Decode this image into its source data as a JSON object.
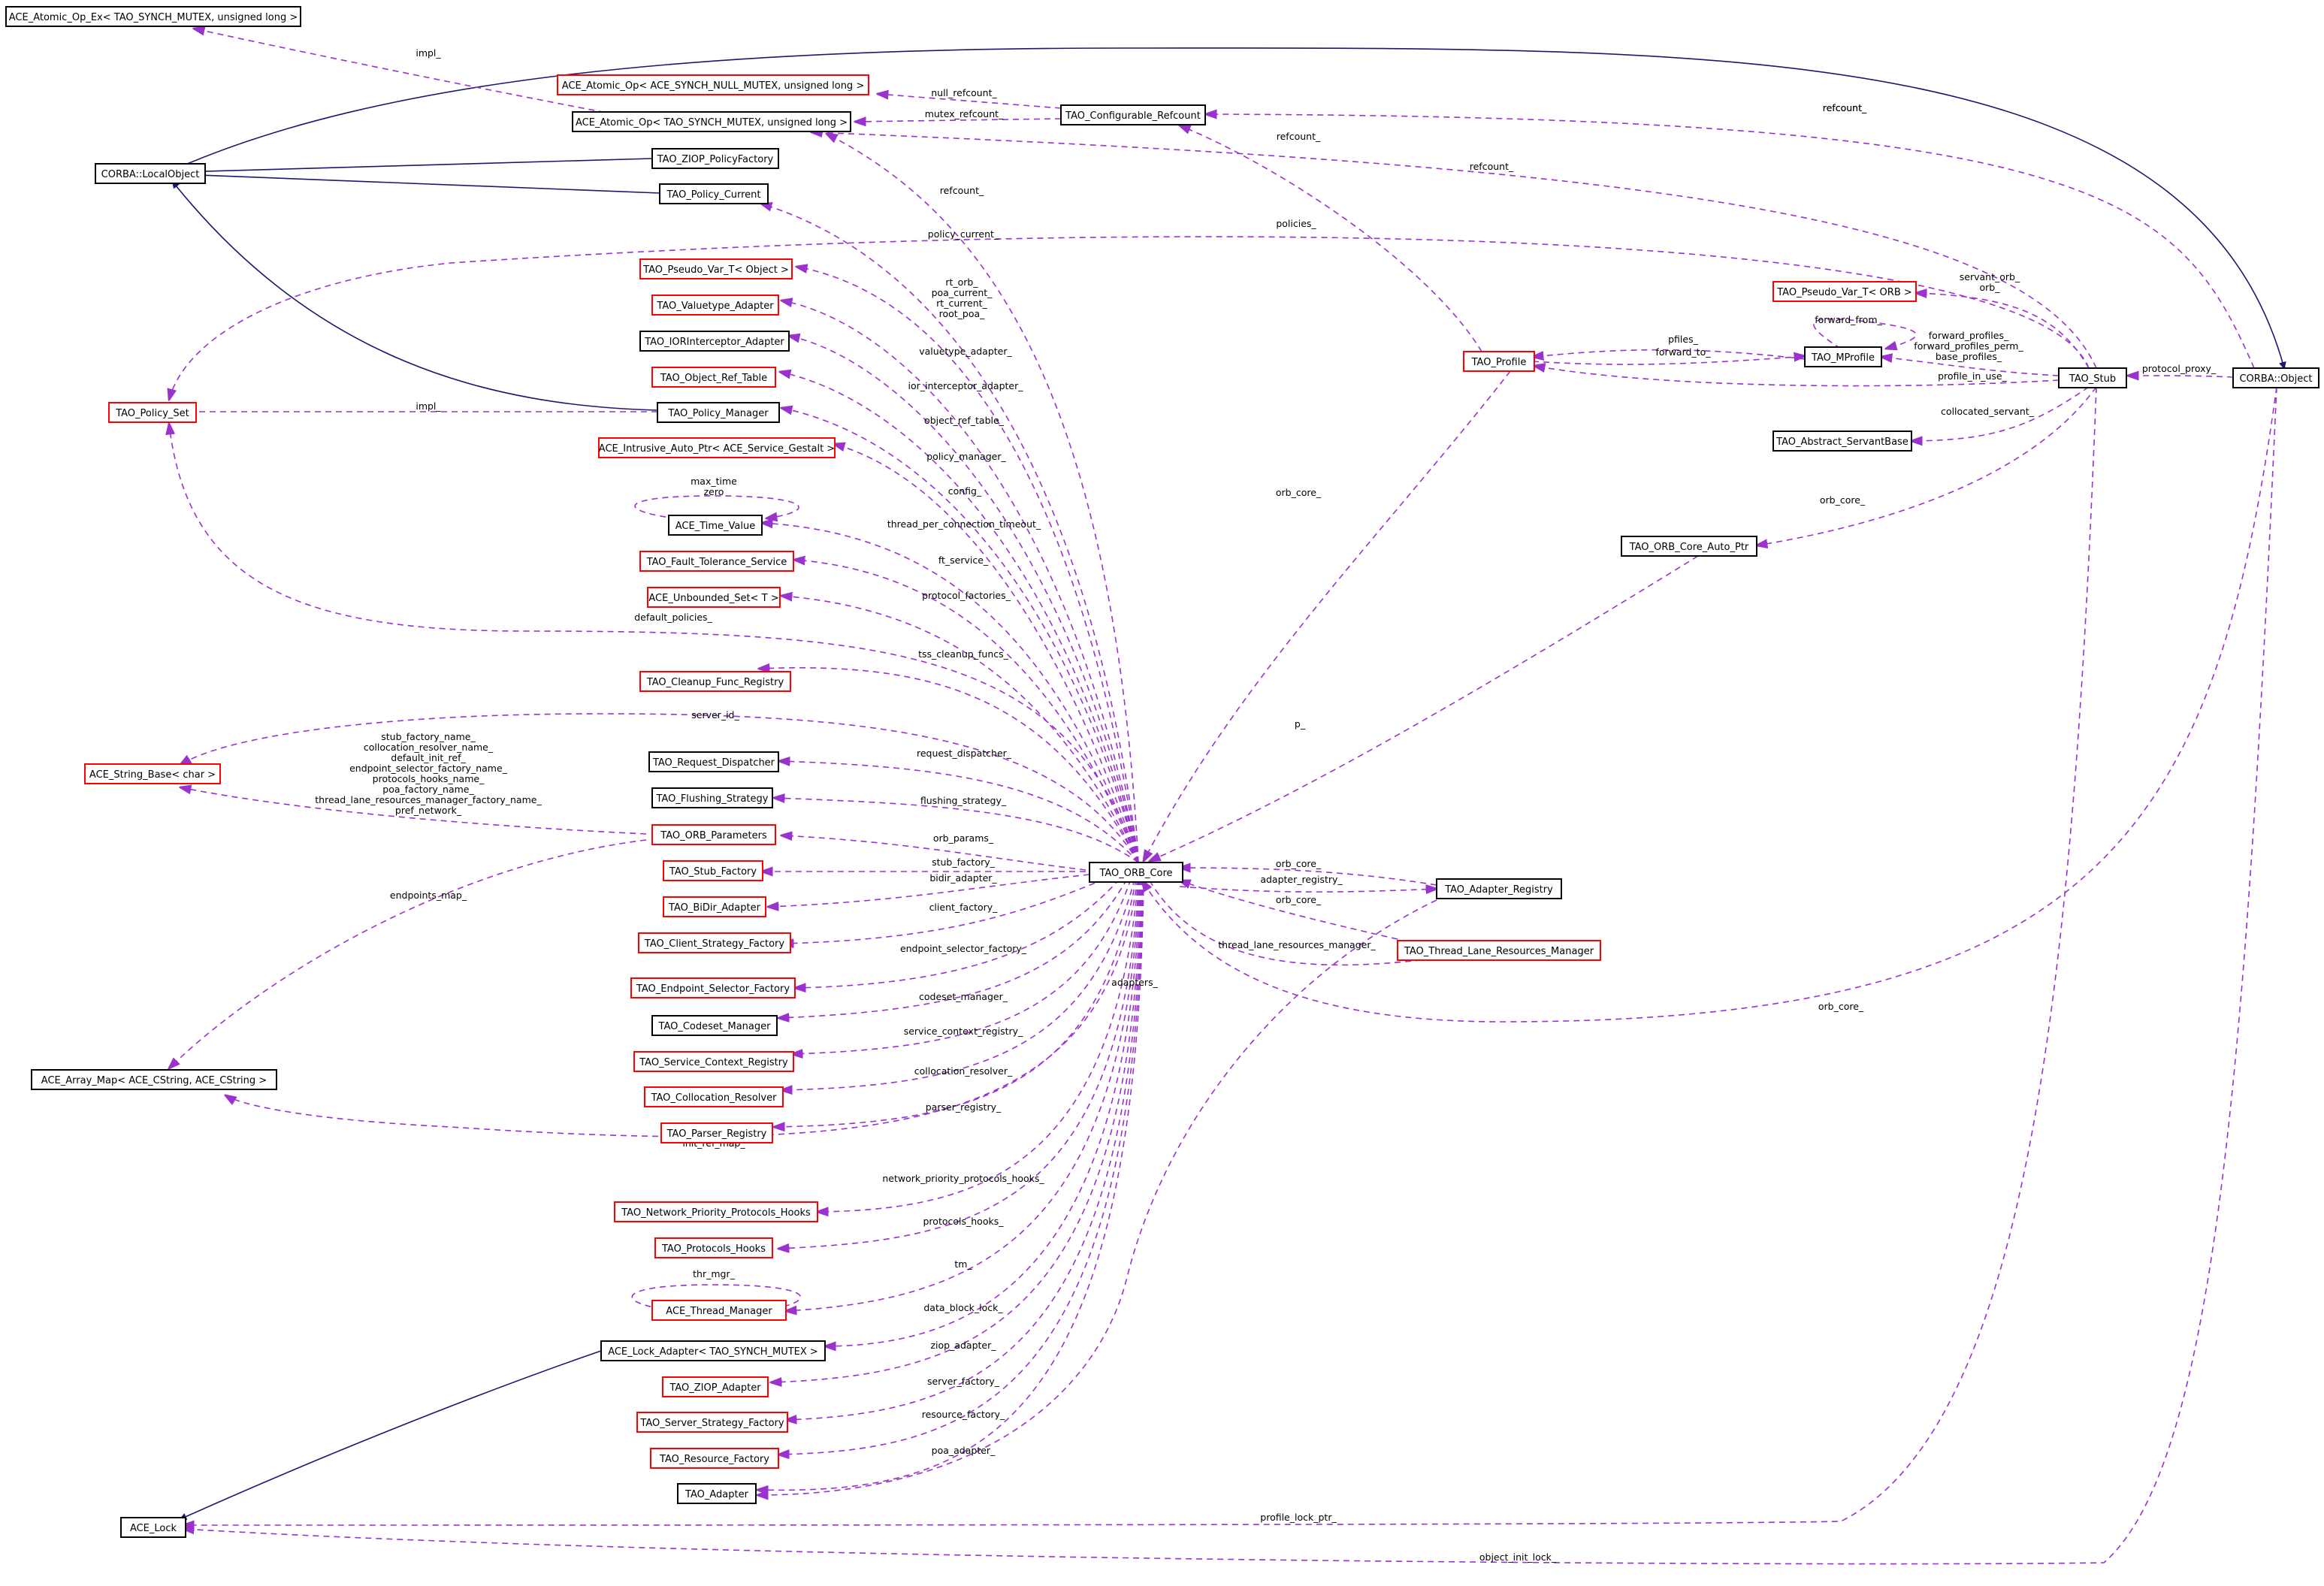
{
  "colors": {
    "node_border_complete": "#000000",
    "node_border_incomplete": "#ff0000",
    "node_fill_focus": "#bfbfbf",
    "edge_inheritance": "#191970",
    "edge_usage": "#9a32cd"
  },
  "nodes": [
    {
      "id": "atomic_op_ex",
      "label": "ACE_Atomic_Op_Ex< TAO_SYNCH_MUTEX, unsigned long >",
      "border": "complete"
    },
    {
      "id": "atomic_op_null",
      "label": "ACE_Atomic_Op< ACE_SYNCH_NULL_MUTEX, unsigned long >",
      "border": "incomplete"
    },
    {
      "id": "atomic_op_synch",
      "label": "ACE_Atomic_Op< TAO_SYNCH_MUTEX, unsigned long >",
      "border": "complete"
    },
    {
      "id": "configurable_refcount",
      "label": "TAO_Configurable_Refcount",
      "border": "complete"
    },
    {
      "id": "ziop_policy_factory",
      "label": "TAO_ZIOP_PolicyFactory",
      "border": "focus"
    },
    {
      "id": "local_object",
      "label": "CORBA::LocalObject",
      "border": "complete"
    },
    {
      "id": "policy_current",
      "label": "TAO_Policy_Current",
      "border": "complete"
    },
    {
      "id": "pseudo_var_object",
      "label": "TAO_Pseudo_Var_T< Object >",
      "border": "incomplete"
    },
    {
      "id": "valuetype_adapter",
      "label": "TAO_Valuetype_Adapter",
      "border": "incomplete"
    },
    {
      "id": "iorinterceptor_adapter",
      "label": "TAO_IORInterceptor_Adapter",
      "border": "complete"
    },
    {
      "id": "object_ref_table",
      "label": "TAO_Object_Ref_Table",
      "border": "incomplete"
    },
    {
      "id": "policy_set",
      "label": "TAO_Policy_Set",
      "border": "incomplete"
    },
    {
      "id": "policy_manager",
      "label": "TAO_Policy_Manager",
      "border": "complete"
    },
    {
      "id": "intrusive_auto_ptr",
      "label": "ACE_Intrusive_Auto_Ptr< ACE_Service_Gestalt >",
      "border": "incomplete"
    },
    {
      "id": "time_value",
      "label": "ACE_Time_Value",
      "border": "complete"
    },
    {
      "id": "fault_tolerance",
      "label": "TAO_Fault_Tolerance_Service",
      "border": "incomplete"
    },
    {
      "id": "unbounded_set",
      "label": "ACE_Unbounded_Set< T >",
      "border": "incomplete"
    },
    {
      "id": "cleanup_func_registry",
      "label": "TAO_Cleanup_Func_Registry",
      "border": "incomplete"
    },
    {
      "id": "string_base",
      "label": "ACE_String_Base< char >",
      "border": "incomplete"
    },
    {
      "id": "request_dispatcher",
      "label": "TAO_Request_Dispatcher",
      "border": "complete"
    },
    {
      "id": "flushing_strategy",
      "label": "TAO_Flushing_Strategy",
      "border": "complete"
    },
    {
      "id": "orb_parameters",
      "label": "TAO_ORB_Parameters",
      "border": "incomplete"
    },
    {
      "id": "stub_factory",
      "label": "TAO_Stub_Factory",
      "border": "incomplete"
    },
    {
      "id": "bidir_adapter",
      "label": "TAO_BiDir_Adapter",
      "border": "incomplete"
    },
    {
      "id": "client_strategy_factory",
      "label": "TAO_Client_Strategy_Factory",
      "border": "incomplete"
    },
    {
      "id": "endpoint_selector_factory",
      "label": "TAO_Endpoint_Selector_Factory",
      "border": "incomplete"
    },
    {
      "id": "codeset_manager",
      "label": "TAO_Codeset_Manager",
      "border": "complete"
    },
    {
      "id": "service_context_registry",
      "label": "TAO_Service_Context_Registry",
      "border": "incomplete"
    },
    {
      "id": "collocation_resolver",
      "label": "TAO_Collocation_Resolver",
      "border": "incomplete"
    },
    {
      "id": "array_map",
      "label": "ACE_Array_Map< ACE_CString, ACE_CString >",
      "border": "complete"
    },
    {
      "id": "parser_registry",
      "label": "TAO_Parser_Registry",
      "border": "incomplete"
    },
    {
      "id": "network_priority_hooks",
      "label": "TAO_Network_Priority_Protocols_Hooks",
      "border": "incomplete"
    },
    {
      "id": "protocols_hooks",
      "label": "TAO_Protocols_Hooks",
      "border": "incomplete"
    },
    {
      "id": "thread_manager",
      "label": "ACE_Thread_Manager",
      "border": "incomplete"
    },
    {
      "id": "lock_adapter",
      "label": "ACE_Lock_Adapter< TAO_SYNCH_MUTEX >",
      "border": "complete"
    },
    {
      "id": "ziop_adapter",
      "label": "TAO_ZIOP_Adapter",
      "border": "incomplete"
    },
    {
      "id": "server_strategy_factory",
      "label": "TAO_Server_Strategy_Factory",
      "border": "incomplete"
    },
    {
      "id": "resource_factory",
      "label": "TAO_Resource_Factory",
      "border": "incomplete"
    },
    {
      "id": "tao_adapter",
      "label": "TAO_Adapter",
      "border": "complete"
    },
    {
      "id": "ace_lock",
      "label": "ACE_Lock",
      "border": "complete"
    },
    {
      "id": "orb_core",
      "label": "TAO_ORB_Core",
      "border": "complete"
    },
    {
      "id": "adapter_registry",
      "label": "TAO_Adapter_Registry",
      "border": "complete"
    },
    {
      "id": "thread_lane_resources_manager",
      "label": "TAO_Thread_Lane_Resources_Manager",
      "border": "incomplete"
    },
    {
      "id": "tao_profile",
      "label": "TAO_Profile",
      "border": "incomplete"
    },
    {
      "id": "pseudo_var_orb",
      "label": "TAO_Pseudo_Var_T< ORB >",
      "border": "incomplete"
    },
    {
      "id": "mprofile",
      "label": "TAO_MProfile",
      "border": "complete"
    },
    {
      "id": "tao_stub",
      "label": "TAO_Stub",
      "border": "complete"
    },
    {
      "id": "corba_object",
      "label": "CORBA::Object",
      "border": "complete"
    },
    {
      "id": "abstract_servantbase",
      "label": "TAO_Abstract_ServantBase",
      "border": "complete"
    },
    {
      "id": "orb_core_auto_ptr",
      "label": "TAO_ORB_Core_Auto_Ptr",
      "border": "complete"
    }
  ],
  "edges": [
    {
      "id": "e_lo_zpf",
      "kind": "inheritance"
    },
    {
      "id": "e_lo_pc",
      "kind": "inheritance"
    },
    {
      "id": "e_lo_pm",
      "kind": "inheritance"
    },
    {
      "id": "e_lo_obj",
      "kind": "inheritance"
    },
    {
      "id": "e_lock_la",
      "kind": "inheritance"
    },
    {
      "id": "e_impl_atomic",
      "kind": "usage",
      "label": "impl_"
    },
    {
      "id": "e_null_refcount",
      "kind": "usage",
      "label": "null_refcount_"
    },
    {
      "id": "e_mutex_refcount",
      "kind": "usage",
      "label": "mutex_refcount_"
    },
    {
      "id": "e_refcount_cfg",
      "kind": "usage",
      "label": "refcount_"
    },
    {
      "id": "e_refcount_profile",
      "kind": "usage",
      "label": "refcount_"
    },
    {
      "id": "e_refcount_stub",
      "kind": "usage",
      "label": "refcount_"
    },
    {
      "id": "e_refcount_orb",
      "kind": "usage",
      "label": "refcount_"
    },
    {
      "id": "e_policy_current",
      "kind": "usage",
      "label": "policy_current_"
    },
    {
      "id": "e_policies",
      "kind": "usage",
      "label": "policies_"
    },
    {
      "id": "e_rt_orb",
      "kind": "usage",
      "label": "rt_orb_\npoa_current_\nrt_current_\nroot_poa_"
    },
    {
      "id": "e_valuetype",
      "kind": "usage",
      "label": "valuetype_adapter_"
    },
    {
      "id": "e_ior",
      "kind": "usage",
      "label": "ior_interceptor_adapter_"
    },
    {
      "id": "e_ort",
      "kind": "usage",
      "label": "object_ref_table_"
    },
    {
      "id": "e_impl_pm",
      "kind": "usage",
      "label": "impl_"
    },
    {
      "id": "e_pm",
      "kind": "usage",
      "label": "policy_manager_"
    },
    {
      "id": "e_config",
      "kind": "usage",
      "label": "config_"
    },
    {
      "id": "e_timeself",
      "kind": "usage",
      "label": "max_time\nzero"
    },
    {
      "id": "e_tpct",
      "kind": "usage",
      "label": "thread_per_connection_timeout_"
    },
    {
      "id": "e_ft",
      "kind": "usage",
      "label": "ft_service_"
    },
    {
      "id": "e_pf",
      "kind": "usage",
      "label": "protocol_factories_"
    },
    {
      "id": "e_dp",
      "kind": "usage",
      "label": "default_policies_"
    },
    {
      "id": "e_tss",
      "kind": "usage",
      "label": "tss_cleanup_funcs_"
    },
    {
      "id": "e_serverid",
      "kind": "usage",
      "label": "server_id_"
    },
    {
      "id": "e_names",
      "kind": "usage",
      "label": "stub_factory_name_\ncollocation_resolver_name_\ndefault_init_ref_\nendpoint_selector_factory_name_\nprotocols_hooks_name_\npoa_factory_name_\nthread_lane_resources_manager_factory_name_\npref_network_"
    },
    {
      "id": "e_rd",
      "kind": "usage",
      "label": "request_dispatcher_"
    },
    {
      "id": "e_fs",
      "kind": "usage",
      "label": "flushing_strategy_"
    },
    {
      "id": "e_endpoints_map",
      "kind": "usage",
      "label": "endpoints_map_"
    },
    {
      "id": "e_params",
      "kind": "usage",
      "label": "orb_params_"
    },
    {
      "id": "e_sf",
      "kind": "usage",
      "label": "stub_factory_"
    },
    {
      "id": "e_bidir",
      "kind": "usage",
      "label": "bidir_adapter_"
    },
    {
      "id": "e_cf",
      "kind": "usage",
      "label": "client_factory_"
    },
    {
      "id": "e_esf",
      "kind": "usage",
      "label": "endpoint_selector_factory_"
    },
    {
      "id": "e_cm",
      "kind": "usage",
      "label": "codeset_manager_"
    },
    {
      "id": "e_scr",
      "kind": "usage",
      "label": "service_context_registry_"
    },
    {
      "id": "e_cr",
      "kind": "usage",
      "label": "collocation_resolver_"
    },
    {
      "id": "e_pr",
      "kind": "usage",
      "label": "parser_registry_"
    },
    {
      "id": "e_irm",
      "kind": "usage",
      "label": "init_ref_map_"
    },
    {
      "id": "e_nph",
      "kind": "usage",
      "label": "network_priority_protocols_hooks_"
    },
    {
      "id": "e_ph",
      "kind": "usage",
      "label": "protocols_hooks_"
    },
    {
      "id": "e_thr_self",
      "kind": "usage",
      "label": "thr_mgr_"
    },
    {
      "id": "e_tm",
      "kind": "usage",
      "label": "tm_"
    },
    {
      "id": "e_dbl",
      "kind": "usage",
      "label": "data_block_lock_"
    },
    {
      "id": "e_ziop",
      "kind": "usage",
      "label": "ziop_adapter_"
    },
    {
      "id": "e_ssf",
      "kind": "usage",
      "label": "server_factory_"
    },
    {
      "id": "e_rf",
      "kind": "usage",
      "label": "resource_factory_"
    },
    {
      "id": "e_poa",
      "kind": "usage",
      "label": "poa_adapter_"
    },
    {
      "id": "e_adapters",
      "kind": "usage",
      "label": "adapters_"
    },
    {
      "id": "e_ar_orb",
      "kind": "usage",
      "label": "orb_core_"
    },
    {
      "id": "e_areg",
      "kind": "usage",
      "label": "adapter_registry_"
    },
    {
      "id": "e_tlrm_orb",
      "kind": "usage",
      "label": "orb_core_"
    },
    {
      "id": "e_tlrm",
      "kind": "usage",
      "label": "thread_lane_resources_manager_"
    },
    {
      "id": "e_obj_orb",
      "kind": "usage",
      "label": "orb_core_"
    },
    {
      "id": "e_profile_orb",
      "kind": "usage",
      "label": "orb_core_"
    },
    {
      "id": "e_p",
      "kind": "usage",
      "label": "p_"
    },
    {
      "id": "e_pfiles",
      "kind": "usage",
      "label": "pfiles_"
    },
    {
      "id": "e_fwd_to",
      "kind": "usage",
      "label": "forward_to_"
    },
    {
      "id": "e_fwd_from",
      "kind": "usage",
      "label": "forward_from_"
    },
    {
      "id": "e_piu",
      "kind": "usage",
      "label": "profile_in_use_"
    },
    {
      "id": "e_fwd_profiles",
      "kind": "usage",
      "label": "forward_profiles_\nforward_profiles_perm_\nbase_profiles_"
    },
    {
      "id": "e_servant_orb",
      "kind": "usage",
      "label": "servant_orb_\norb_"
    },
    {
      "id": "e_proxy",
      "kind": "usage",
      "label": "protocol_proxy_"
    },
    {
      "id": "e_coll_servant",
      "kind": "usage",
      "label": "collocated_servant_"
    },
    {
      "id": "e_stub_orb",
      "kind": "usage",
      "label": "orb_core_"
    },
    {
      "id": "e_obj_refcount",
      "kind": "usage",
      "label": "refcount_"
    },
    {
      "id": "e_plp",
      "kind": "usage",
      "label": "profile_lock_ptr_"
    },
    {
      "id": "e_oil",
      "kind": "usage",
      "label": "object_init_lock_"
    }
  ]
}
